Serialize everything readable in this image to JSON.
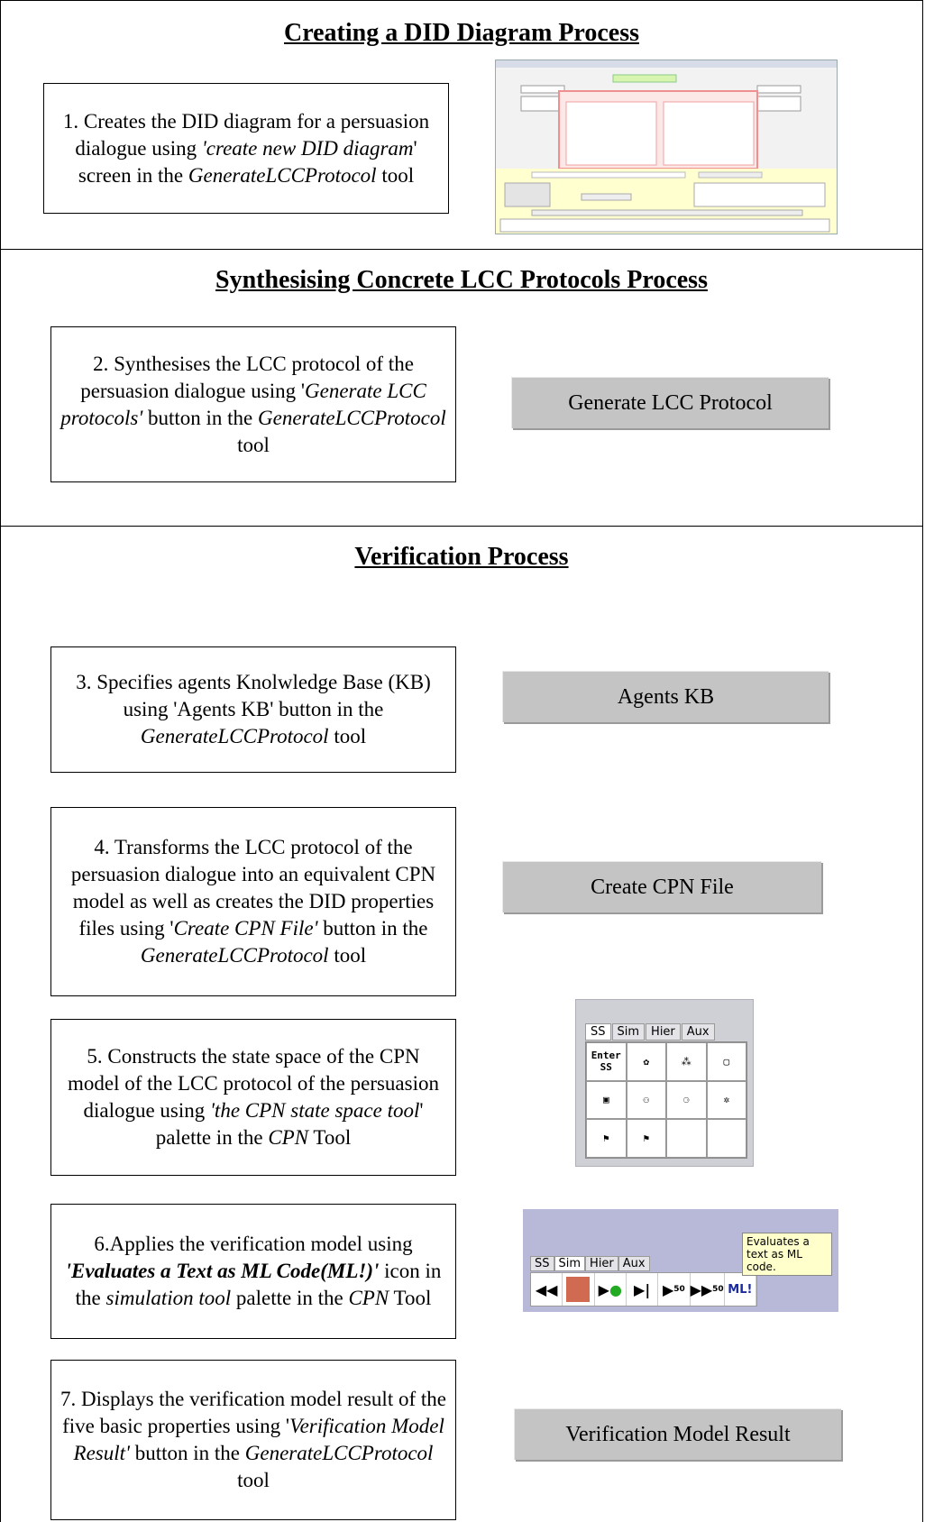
{
  "sections": [
    {
      "title": "Creating a DID Diagram Process",
      "steps": [
        {
          "num": "1. Creates the DID diagram for a persuasion dialogue using ",
          "em1": "'create new DID diagram",
          "mid": "' screen in the ",
          "em2": "GenerateLCCProtocol",
          "tail": " tool"
        }
      ]
    },
    {
      "title": "Synthesising Concrete LCC Protocols Process",
      "steps": [
        {
          "num": "2. Synthesises the LCC protocol of the persuasion dialogue using '",
          "em1": "Generate LCC protocols'",
          "mid": " button in the ",
          "em2": "GenerateLCCProtocol",
          "tail": " tool",
          "button": "Generate LCC Protocol"
        }
      ]
    },
    {
      "title": "Verification Process",
      "steps": [
        {
          "num": "3. Specifies agents Knolwledge Base (KB) using 'Agents KB' button  in the ",
          "em2": "GenerateLCCProtocol",
          "tail": " tool",
          "button": "Agents KB"
        },
        {
          "num": "4. Transforms the LCC protocol of the persuasion dialogue into an equivalent CPN model as well as creates the DID properties files using '",
          "em1": "Create CPN File'",
          "mid": " button in the ",
          "em2": "GenerateLCCProtocol",
          "tail": " tool",
          "button": "Create CPN File"
        },
        {
          "num": "5. Constructs the state space of the CPN model of the LCC protocol of the persuasion dialogue using ",
          "em1": "'the CPN state space tool",
          "mid": "' palette in the ",
          "em2": "CPN",
          "tail": " Tool"
        },
        {
          "num": "6.Applies the verification model using ",
          "em1": "'Evaluates a Text as ML Code(ML!)'",
          "mid": " icon in the ",
          "em2": "simulation tool",
          "mid2": " palette in the ",
          "em3": "CPN",
          "tail": " Tool"
        },
        {
          "num": "7. Displays the verification model result of the five basic properties using '",
          "em1": "Verification Model Result'",
          "mid": " button in the ",
          "em2": "GenerateLCCProtocol",
          "tail": " tool",
          "button": "Verification Model Result"
        }
      ]
    }
  ],
  "palette_ss": {
    "tabs": [
      "SS",
      "Sim",
      "Hier",
      "Aux"
    ],
    "enter": "Enter SS"
  },
  "palette_sim": {
    "tabs": [
      "SS",
      "Sim",
      "Hier",
      "Aux"
    ],
    "tooltip": "Evaluates a text as ML code.",
    "ml": "ML!",
    "n50": "50",
    "n150": "50"
  },
  "colors": {
    "button": "#c4c4c4",
    "sim_bg": "#b8b8d8"
  }
}
